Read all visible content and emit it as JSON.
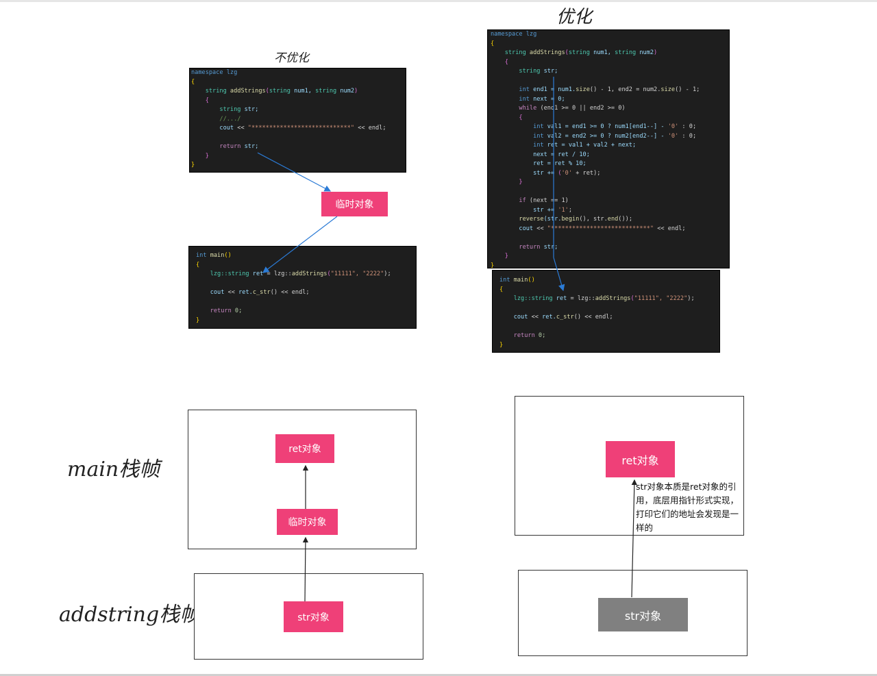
{
  "titles": {
    "optimized": "优化",
    "not_optimized": "不优化"
  },
  "side_labels": {
    "main_frame": "main栈帧",
    "add_frame": "addstring栈帧"
  },
  "objects": {
    "temp_top": "临时对象",
    "ret_left": "ret对象",
    "temp_left": "临时对象",
    "str_left": "str对象",
    "ret_right": "ret对象",
    "str_right": "str对象"
  },
  "note": "str对象本质是ret对象的引用，底层用指针形式实现，打印它们的地址会发现是一样的",
  "colors": {
    "code_bg": "#1e1e1e",
    "object_pink": "#ef4078",
    "object_gray": "#808080",
    "arrow_blue": "#2b7bd6"
  },
  "code_left_top": [
    [
      [
        "namespace lzg",
        "#569cd6"
      ]
    ],
    [
      [
        "{",
        "#ffd700"
      ]
    ],
    [
      [
        "    string ",
        "#4ec9b0"
      ],
      [
        "addStrings",
        "#dcdcaa"
      ],
      [
        "(",
        "#da70d6"
      ],
      [
        "string ",
        "#4ec9b0"
      ],
      [
        "num1, ",
        "#9cdcfe"
      ],
      [
        "string ",
        "#4ec9b0"
      ],
      [
        "num2",
        "#9cdcfe"
      ],
      [
        ")",
        "#da70d6"
      ]
    ],
    [
      [
        "    {",
        "#da70d6"
      ]
    ],
    [
      [
        "        string ",
        "#4ec9b0"
      ],
      [
        "str;",
        "#9cdcfe"
      ]
    ],
    [
      [
        "        //.../",
        "#6a9955"
      ]
    ],
    [
      [
        "        cout ",
        "#9cdcfe"
      ],
      [
        "<< ",
        "#d4d4d4"
      ],
      [
        "\"****************************\"",
        "#ce9178"
      ],
      [
        " << endl;",
        "#d4d4d4"
      ]
    ],
    [
      [
        " ",
        "#d4d4d4"
      ]
    ],
    [
      [
        "        return ",
        "#c586c0"
      ],
      [
        "str;",
        "#9cdcfe"
      ]
    ],
    [
      [
        "    }",
        "#da70d6"
      ]
    ],
    [
      [
        "}",
        "#ffd700"
      ]
    ]
  ],
  "code_left_main": [
    [
      [
        "int ",
        "#569cd6"
      ],
      [
        "main",
        "#dcdcaa"
      ],
      [
        "()",
        "#ffd700"
      ]
    ],
    [
      [
        "{",
        "#ffd700"
      ]
    ],
    [
      [
        "    lzg::string ",
        "#4ec9b0"
      ],
      [
        "ret",
        "#9cdcfe"
      ],
      [
        " = lzg::",
        "#d4d4d4"
      ],
      [
        "addStrings",
        "#dcdcaa"
      ],
      [
        "(",
        "#da70d6"
      ],
      [
        "\"11111\", \"2222\"",
        "#ce9178"
      ],
      [
        ");",
        "#d4d4d4"
      ]
    ],
    [
      [
        " ",
        "#d4d4d4"
      ]
    ],
    [
      [
        "    cout ",
        "#9cdcfe"
      ],
      [
        "<< ",
        "#d4d4d4"
      ],
      [
        "ret.",
        "#9cdcfe"
      ],
      [
        "c_str",
        "#dcdcaa"
      ],
      [
        "() << endl;",
        "#d4d4d4"
      ]
    ],
    [
      [
        " ",
        "#d4d4d4"
      ]
    ],
    [
      [
        "    return ",
        "#c586c0"
      ],
      [
        "0;",
        "#b5cea8"
      ]
    ],
    [
      [
        "}",
        "#ffd700"
      ]
    ]
  ],
  "code_right_top": [
    [
      [
        "namespace lzg",
        "#569cd6"
      ]
    ],
    [
      [
        "{",
        "#ffd700"
      ]
    ],
    [
      [
        "    string ",
        "#4ec9b0"
      ],
      [
        "addStrings",
        "#dcdcaa"
      ],
      [
        "(",
        "#da70d6"
      ],
      [
        "string ",
        "#4ec9b0"
      ],
      [
        "num1, ",
        "#9cdcfe"
      ],
      [
        "string ",
        "#4ec9b0"
      ],
      [
        "num2",
        "#9cdcfe"
      ],
      [
        ")",
        "#da70d6"
      ]
    ],
    [
      [
        "    {",
        "#da70d6"
      ]
    ],
    [
      [
        "        string ",
        "#4ec9b0"
      ],
      [
        "str;",
        "#9cdcfe"
      ]
    ],
    [
      [
        " ",
        "#d4d4d4"
      ]
    ],
    [
      [
        "        int ",
        "#569cd6"
      ],
      [
        "end1 = num1.",
        "#9cdcfe"
      ],
      [
        "size",
        "#dcdcaa"
      ],
      [
        "() - 1, end2 = num2.",
        "#d4d4d4"
      ],
      [
        "size",
        "#dcdcaa"
      ],
      [
        "() - 1;",
        "#d4d4d4"
      ]
    ],
    [
      [
        "        int ",
        "#569cd6"
      ],
      [
        "next = 0;",
        "#9cdcfe"
      ]
    ],
    [
      [
        "        while ",
        "#c586c0"
      ],
      [
        "(end1 >= 0 || end2 >= 0)",
        "#d4d4d4"
      ]
    ],
    [
      [
        "        {",
        "#da70d6"
      ]
    ],
    [
      [
        "            int ",
        "#569cd6"
      ],
      [
        "val1 = end1 >= 0 ? num1[end1--] - ",
        "#9cdcfe"
      ],
      [
        "'0'",
        "#ce9178"
      ],
      [
        " : 0;",
        "#d4d4d4"
      ]
    ],
    [
      [
        "            int ",
        "#569cd6"
      ],
      [
        "val2 = end2 >= 0 ? num2[end2--] - ",
        "#9cdcfe"
      ],
      [
        "'0'",
        "#ce9178"
      ],
      [
        " : 0;",
        "#d4d4d4"
      ]
    ],
    [
      [
        "            int ",
        "#569cd6"
      ],
      [
        "ret = val1 + val2 + next;",
        "#9cdcfe"
      ]
    ],
    [
      [
        "            next = ret / 10;",
        "#9cdcfe"
      ]
    ],
    [
      [
        "            ret = ret % 10;",
        "#9cdcfe"
      ]
    ],
    [
      [
        "            str += ",
        "#9cdcfe"
      ],
      [
        "(",
        "#da70d6"
      ],
      [
        "'0'",
        "#ce9178"
      ],
      [
        " + ret);",
        "#d4d4d4"
      ]
    ],
    [
      [
        "        }",
        "#da70d6"
      ]
    ],
    [
      [
        " ",
        "#d4d4d4"
      ]
    ],
    [
      [
        "        if ",
        "#c586c0"
      ],
      [
        "(next == 1)",
        "#d4d4d4"
      ]
    ],
    [
      [
        "            str += ",
        "#9cdcfe"
      ],
      [
        "'1'",
        "#ce9178"
      ],
      [
        ";",
        "#d4d4d4"
      ]
    ],
    [
      [
        "        reverse",
        "#dcdcaa"
      ],
      [
        "(str.",
        "#9cdcfe"
      ],
      [
        "begin",
        "#dcdcaa"
      ],
      [
        "(), str.",
        "#d4d4d4"
      ],
      [
        "end",
        "#dcdcaa"
      ],
      [
        "());",
        "#d4d4d4"
      ]
    ],
    [
      [
        "        cout ",
        "#9cdcfe"
      ],
      [
        "<< ",
        "#d4d4d4"
      ],
      [
        "\"****************************\"",
        "#ce9178"
      ],
      [
        " << endl;",
        "#d4d4d4"
      ]
    ],
    [
      [
        " ",
        "#d4d4d4"
      ]
    ],
    [
      [
        "        return ",
        "#c586c0"
      ],
      [
        "str;",
        "#9cdcfe"
      ]
    ],
    [
      [
        "    }",
        "#da70d6"
      ]
    ],
    [
      [
        "}",
        "#ffd700"
      ]
    ]
  ],
  "code_right_main": [
    [
      [
        "int ",
        "#569cd6"
      ],
      [
        "main",
        "#dcdcaa"
      ],
      [
        "()",
        "#ffd700"
      ]
    ],
    [
      [
        "{",
        "#ffd700"
      ]
    ],
    [
      [
        "    lzg::string ",
        "#4ec9b0"
      ],
      [
        "ret",
        "#9cdcfe"
      ],
      [
        " = lzg::",
        "#d4d4d4"
      ],
      [
        "addStrings",
        "#dcdcaa"
      ],
      [
        "(",
        "#da70d6"
      ],
      [
        "\"11111\", \"2222\"",
        "#ce9178"
      ],
      [
        ");",
        "#d4d4d4"
      ]
    ],
    [
      [
        " ",
        "#d4d4d4"
      ]
    ],
    [
      [
        "    cout ",
        "#9cdcfe"
      ],
      [
        "<< ",
        "#d4d4d4"
      ],
      [
        "ret.",
        "#9cdcfe"
      ],
      [
        "c_str",
        "#dcdcaa"
      ],
      [
        "() << endl;",
        "#d4d4d4"
      ]
    ],
    [
      [
        " ",
        "#d4d4d4"
      ]
    ],
    [
      [
        "    return ",
        "#c586c0"
      ],
      [
        "0;",
        "#b5cea8"
      ]
    ],
    [
      [
        "}",
        "#ffd700"
      ]
    ]
  ]
}
